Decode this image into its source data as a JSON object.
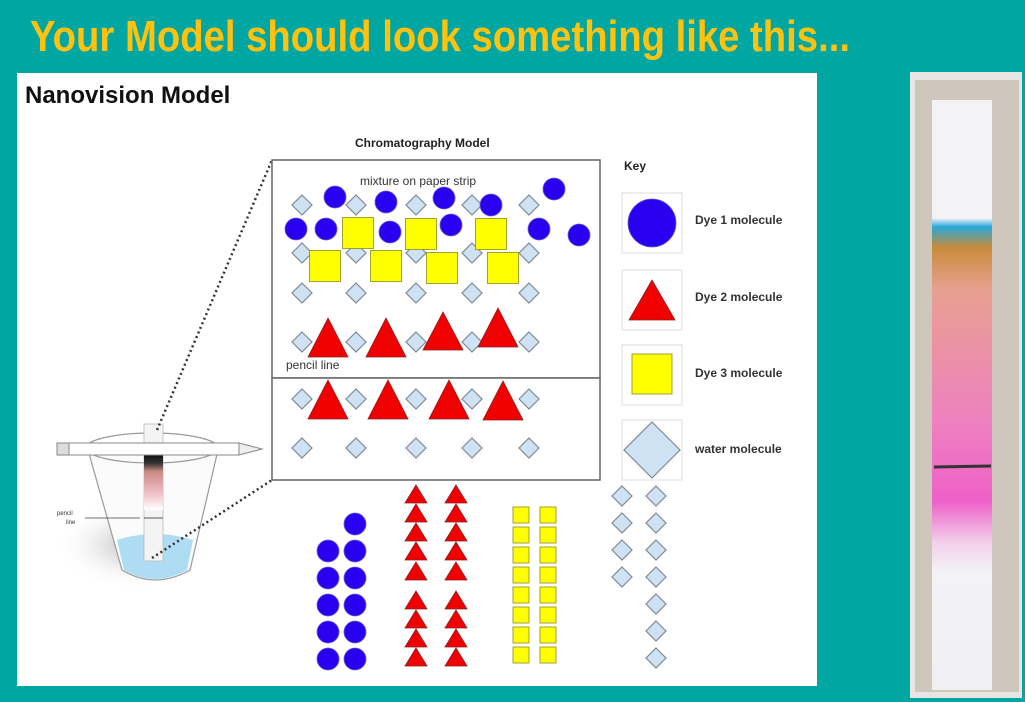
{
  "slide": {
    "title": "Your Model should look something like this...",
    "title_color": "#FFC20E",
    "background_color": "#00A6A1"
  },
  "model": {
    "heading": "Nanovision Model",
    "diagram_title": "Chromatography Model",
    "mixture_label": "mixture on paper strip",
    "pencil_line_label": "pencil line",
    "beaker_label_line1": "pencil",
    "beaker_label_line2": "line"
  },
  "key": {
    "title": "Key",
    "items": [
      {
        "label": "Dye 1 molecule",
        "shape": "circle",
        "color": "#2A00F0"
      },
      {
        "label": "Dye 2 molecule",
        "shape": "triangle",
        "color": "#F00000"
      },
      {
        "label": "Dye 3 molecule",
        "shape": "square",
        "color": "#FFFF00"
      },
      {
        "label": "water molecule",
        "shape": "diamond",
        "color": "#CFE2F3"
      }
    ]
  }
}
